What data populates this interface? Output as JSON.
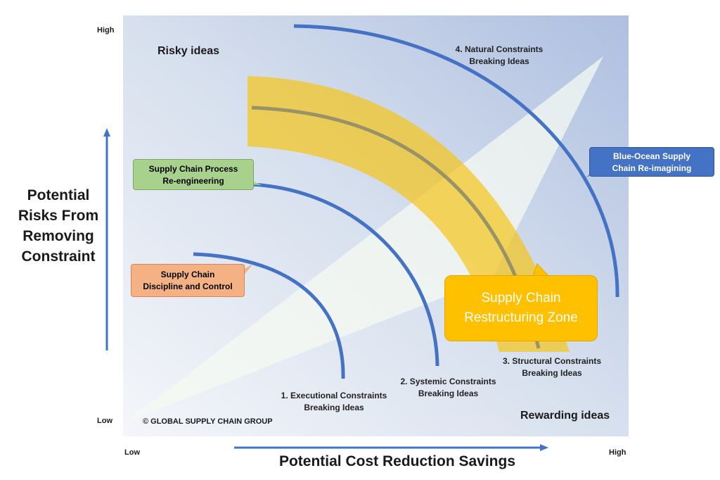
{
  "axes": {
    "y_high": "High",
    "y_low": "Low",
    "x_low": "Low",
    "x_high": "High",
    "y_title": [
      "Potential",
      "Risks From",
      "Removing",
      "Constraint"
    ],
    "x_title": "Potential Cost Reduction Savings"
  },
  "quadrants": {
    "risky": "Risky ideas",
    "rewarding": "Rewarding ideas"
  },
  "arcs": [
    {
      "line1": "1. Executional Constraints",
      "line2": "Breaking Ideas"
    },
    {
      "line1": "2. Systemic Constraints",
      "line2": "Breaking Ideas"
    },
    {
      "line1": "3. Structural Constraints",
      "line2": "Breaking Ideas"
    },
    {
      "line1": "4. Natural Constraints",
      "line2": "Breaking Ideas"
    }
  ],
  "callouts": {
    "discipline": {
      "line1": "Supply Chain",
      "line2": "Discipline and Control"
    },
    "process": {
      "line1": "Supply Chain Process",
      "line2": "Re-engineering"
    },
    "blue_ocean": {
      "line1": "Blue-Ocean Supply",
      "line2": "Chain Re-imagining"
    },
    "restructuring": {
      "line1": "Supply Chain",
      "line2": "Restructuring Zone"
    }
  },
  "copyright": "© GLOBAL SUPPLY CHAIN GROUP",
  "colors": {
    "arc_blue": "#4472c4",
    "axis_blue": "#4472c4",
    "yellow_band": "#f5c518",
    "restructuring_fill": "#ffc000",
    "discipline_fill": "#f4b183",
    "process_fill": "#a9d18e",
    "blue_ocean_fill": "#4472c4"
  }
}
